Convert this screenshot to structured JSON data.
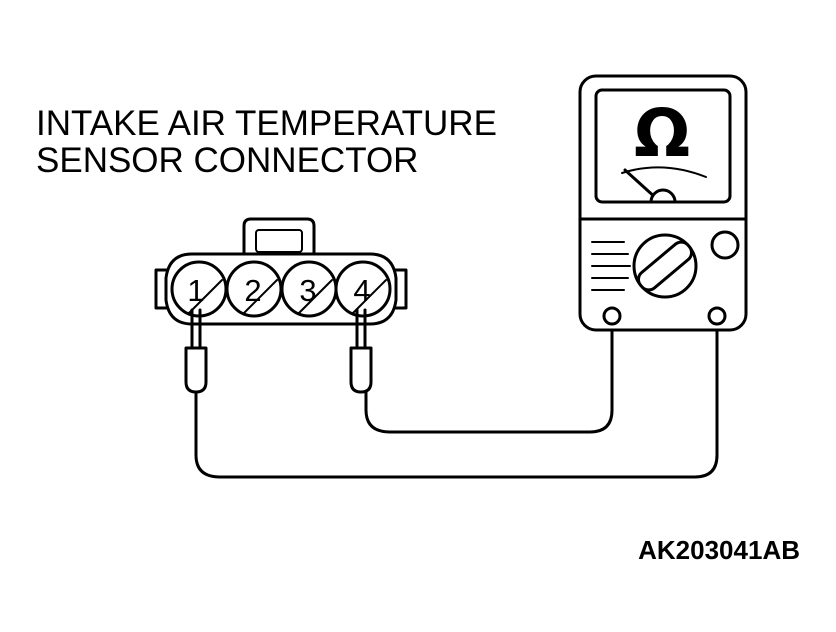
{
  "title": {
    "line1": "INTAKE AIR TEMPERATURE",
    "line2": "SENSOR CONNECTOR"
  },
  "connector": {
    "pins": [
      "1",
      "2",
      "3",
      "4"
    ]
  },
  "meter": {
    "symbol": "Ω"
  },
  "reference_code": "AK203041AB"
}
